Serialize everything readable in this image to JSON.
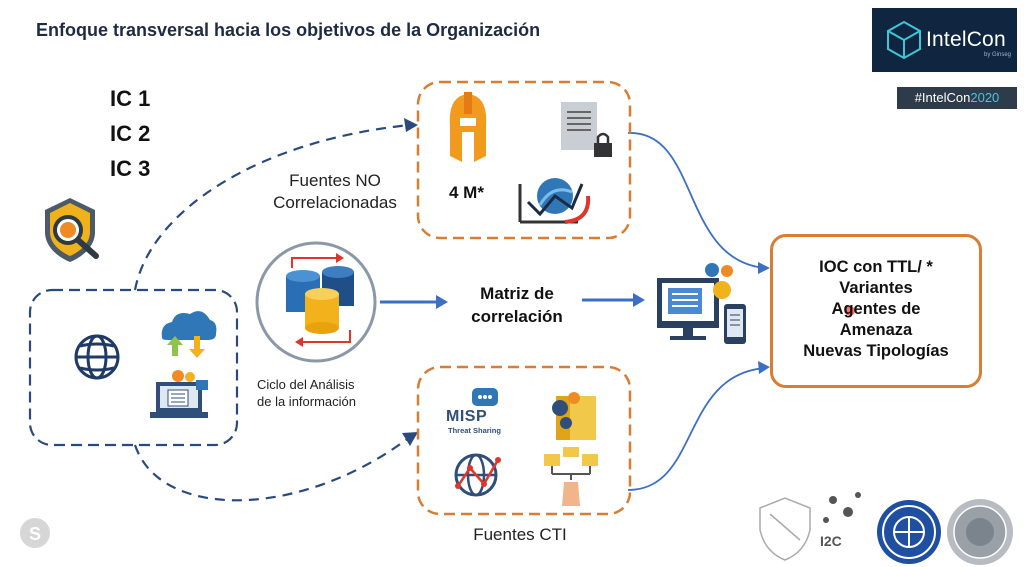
{
  "title": "Enfoque transversal hacia los objetivos de la Organización",
  "ic_items": [
    "IC 1",
    "IC 2",
    "IC 3"
  ],
  "brand": {
    "name": "IntelCon",
    "by": "by Ginseg"
  },
  "hashtag": {
    "text": "#IntelCon",
    "year": "2020"
  },
  "labels": {
    "fuentes_no_1": "Fuentes NO",
    "fuentes_no_2": "Correlacionadas",
    "four_m": "4 M*",
    "ciclo_1": "Ciclo del Análisis",
    "ciclo_2": "de la información",
    "matriz_1": "Matriz de",
    "matriz_2": "correlación",
    "fuentes_cti": "Fuentes CTI",
    "misp": "MISP",
    "misp_sub": "Threat Sharing",
    "i2c": "I2C"
  },
  "output": [
    "IOC con TTL/ *",
    "Variantes",
    "Agentes de",
    "Amenaza",
    "Nuevas Tipologías"
  ],
  "colors": {
    "orange": "#d77d34",
    "navy": "#2a4a7f",
    "arrow": "#3c6fc4",
    "title": "#1f2b44",
    "brand_bg": "#102640"
  }
}
